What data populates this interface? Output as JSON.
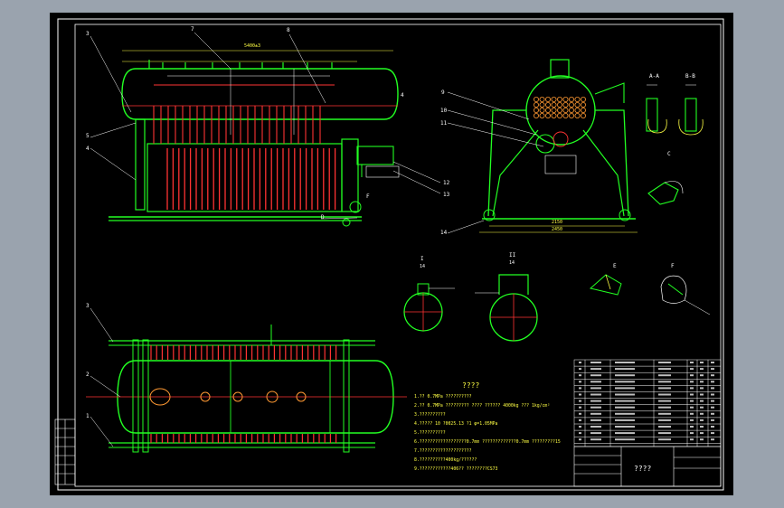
{
  "notes": {
    "heading": "????",
    "lines": [
      "1.?? 0.7MPa ??????????",
      "2.?? 0.7MPa ????????? ????    ?????? 4000kg ??? 1kg/cm²",
      "3.??????????",
      "4.????? 10  ?0025.13    ?1  φ=1.05MPa",
      "5.??????????",
      "6.??????????????????0.7mm  ?????????????0.7mm  ?????????15",
      "7.????????????????????",
      "8.??????????400kg/??????",
      "9.????????????406??     ????????CS73"
    ]
  },
  "title_block": {
    "title": "????"
  },
  "section_labels": [
    "A-A",
    "B-B",
    "I",
    "II",
    "C",
    "D",
    "E",
    "F",
    "14",
    "14"
  ],
  "dimensions": {
    "shell_length": "5400±3",
    "frame_width": "2150",
    "frame_total": "2450"
  },
  "colors": {
    "cad_green": "#22ff22",
    "cad_red": "#ff3333",
    "cad_white": "#ffffff",
    "cad_yellow": "#ffff44",
    "cad_orange": "#ff9933"
  }
}
